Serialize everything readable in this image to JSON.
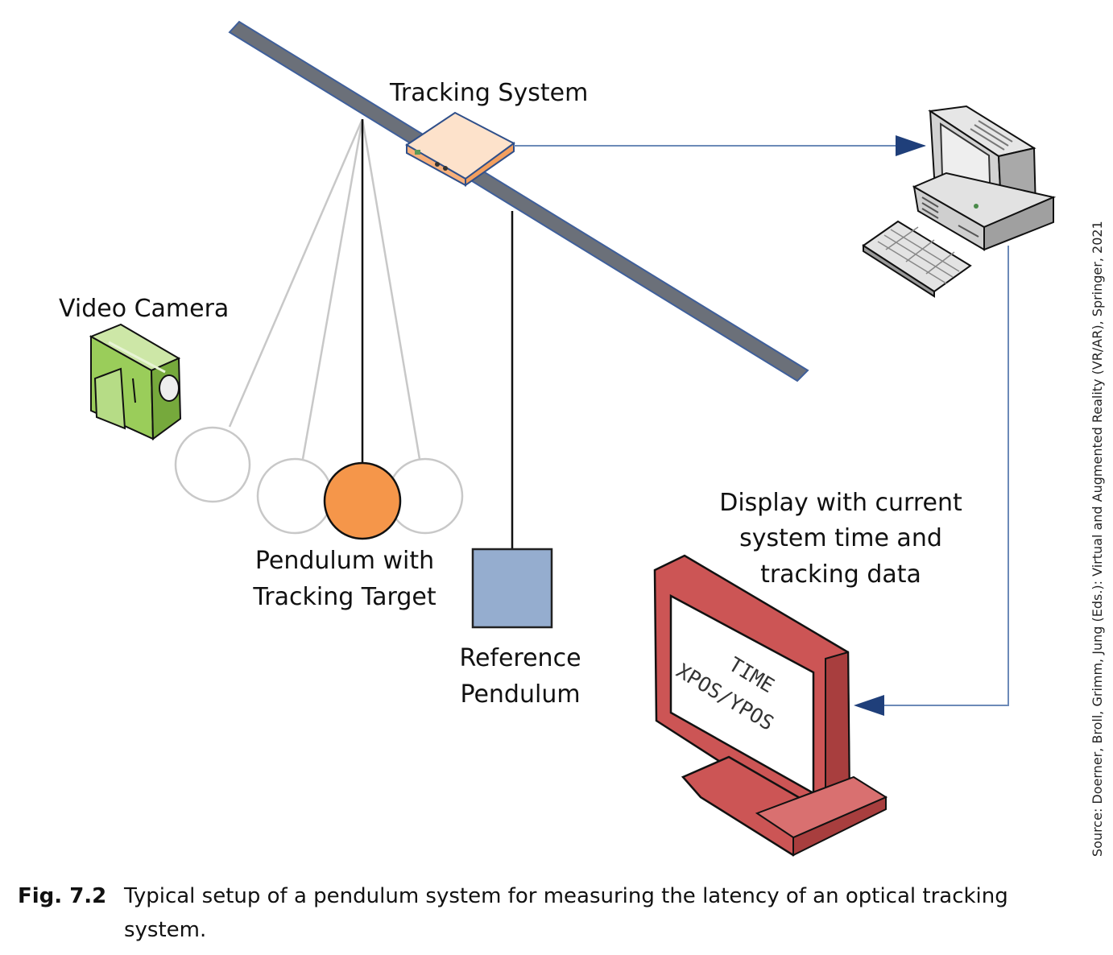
{
  "labels": {
    "tracking_system": "Tracking System",
    "video_camera": "Video Camera",
    "pendulum_target_line1": "Pendulum with",
    "pendulum_target_line2": "Tracking Target",
    "reference_line1": "Reference",
    "reference_line2": "Pendulum",
    "display_line1": "Display with current",
    "display_line2": "system time and",
    "display_line3": "tracking data"
  },
  "screen": {
    "line1": "TIME",
    "line2": "XPOS/YPOS"
  },
  "source_note": "Source: Doerner, Broll, Grimm, Jung (Eds.): Virtual and Augmented Reality (VR/AR), Springer, 2021",
  "caption": {
    "figure_number": "Fig. 7.2",
    "text": "Typical setup of a pendulum system for measuring the latency of an optical tracking system."
  },
  "colors": {
    "beam": "#6b7079",
    "beam_edge": "#3f5f9a",
    "tracker_box": "#fbc59a",
    "arrow_line": "#6c8ab8",
    "arrow_head": "#1f3f7a",
    "target_ball": "#f5964a",
    "ghost_ball": "#c8c8c8",
    "reference_weight": "#95adcf",
    "camera": "#9acd5a",
    "monitor": "#cc5555",
    "computer": "#c8c8c8"
  },
  "icons": [
    "video-camera-icon",
    "tracking-device-icon",
    "computer-icon",
    "keyboard-icon",
    "monitor-icon"
  ]
}
